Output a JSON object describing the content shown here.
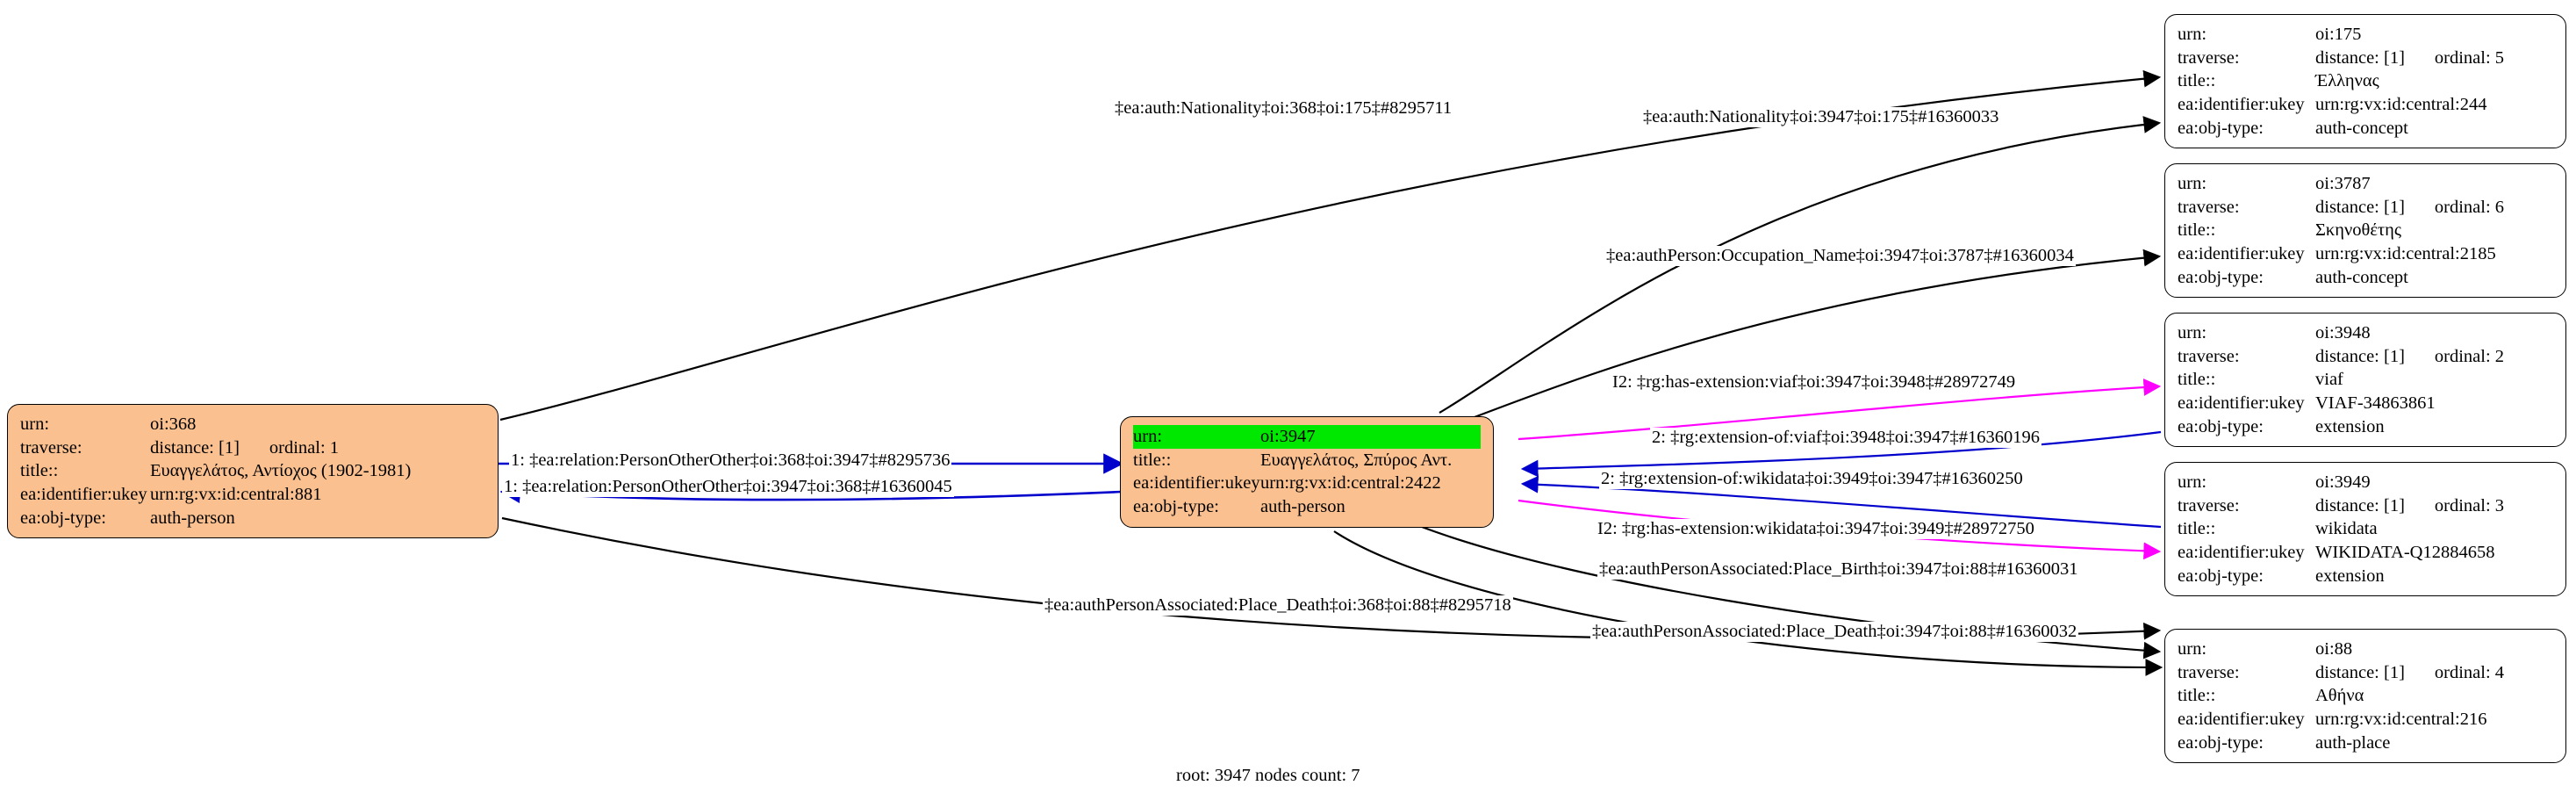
{
  "graph": {
    "footer": "root: 3947 nodes count: 7",
    "labels": {
      "urn": "urn:",
      "traverse": "traverse:",
      "title": "title::",
      "ukey": "ea:identifier:ukey",
      "objtype": "ea:obj-type:"
    },
    "colors": {
      "person_fill": "#fac090",
      "highlight": "#00e800",
      "edge_black": "#000000",
      "edge_blue": "#0000cc",
      "edge_magenta": "#ff00ff"
    }
  },
  "nodes": [
    {
      "id": "oi368",
      "urn": "oi:368",
      "traverse": "distance: [1]",
      "ordinal": "ordinal: 1",
      "title": "Ευαγγελάτος, Αντίοχος (1902-1981)",
      "ukey": "urn:rg:vx:id:central:881",
      "objtype": "auth-person"
    },
    {
      "id": "oi3947",
      "urn": "oi:3947",
      "traverse": "",
      "ordinal": "",
      "title": "Ευαγγελάτος, Σπύρος Αντ.",
      "ukey": "urn:rg:vx:id:central:2422",
      "objtype": "auth-person"
    },
    {
      "id": "oi175",
      "urn": "oi:175",
      "traverse": "distance: [1]",
      "ordinal": "ordinal: 5",
      "title": "Έλληνας",
      "ukey": "urn:rg:vx:id:central:244",
      "objtype": "auth-concept"
    },
    {
      "id": "oi3787",
      "urn": "oi:3787",
      "traverse": "distance: [1]",
      "ordinal": "ordinal: 6",
      "title": "Σκηνοθέτης",
      "ukey": "urn:rg:vx:id:central:2185",
      "objtype": "auth-concept"
    },
    {
      "id": "oi3948",
      "urn": "oi:3948",
      "traverse": "distance: [1]",
      "ordinal": "ordinal: 2",
      "title": "viaf",
      "ukey": "VIAF-34863861",
      "objtype": "extension"
    },
    {
      "id": "oi3949",
      "urn": "oi:3949",
      "traverse": "distance: [1]",
      "ordinal": "ordinal: 3",
      "title": "wikidata",
      "ukey": "WIKIDATA-Q12884658",
      "objtype": "extension"
    },
    {
      "id": "oi88",
      "urn": "oi:88",
      "traverse": "distance: [1]",
      "ordinal": "ordinal: 4",
      "title": "Αθήνα",
      "ukey": "urn:rg:vx:id:central:216",
      "objtype": "auth-place"
    }
  ],
  "edges": [
    {
      "id": "e1",
      "text": "‡ea:auth:Nationality‡oi:368‡oi:175‡#8295711",
      "color": "#000000"
    },
    {
      "id": "e2",
      "text": "‡ea:auth:Nationality‡oi:3947‡oi:175‡#16360033",
      "color": "#000000"
    },
    {
      "id": "e3",
      "text": "‡ea:authPerson:Occupation_Name‡oi:3947‡oi:3787‡#16360034",
      "color": "#000000"
    },
    {
      "id": "e4",
      "text": "I2: ‡rg:has-extension:viaf‡oi:3947‡oi:3948‡#28972749",
      "color": "#ff00ff"
    },
    {
      "id": "e5",
      "text": "2: ‡rg:extension-of:viaf‡oi:3948‡oi:3947‡#16360196",
      "color": "#0000cc"
    },
    {
      "id": "e6",
      "text": "2: ‡rg:extension-of:wikidata‡oi:3949‡oi:3947‡#16360250",
      "color": "#0000cc"
    },
    {
      "id": "e7",
      "text": "I2: ‡rg:has-extension:wikidata‡oi:3947‡oi:3949‡#28972750",
      "color": "#ff00ff"
    },
    {
      "id": "e8",
      "text": "1: ‡ea:relation:PersonOtherOther‡oi:368‡oi:3947‡#8295736",
      "color": "#0000cc"
    },
    {
      "id": "e9",
      "text": "1: ‡ea:relation:PersonOtherOther‡oi:3947‡oi:368‡#16360045",
      "color": "#0000cc"
    },
    {
      "id": "e10",
      "text": "‡ea:authPersonAssociated:Place_Birth‡oi:3947‡oi:88‡#16360031",
      "color": "#000000"
    },
    {
      "id": "e11",
      "text": "‡ea:authPersonAssociated:Place_Death‡oi:368‡oi:88‡#8295718",
      "color": "#000000"
    },
    {
      "id": "e12",
      "text": "‡ea:authPersonAssociated:Place_Death‡oi:3947‡oi:88‡#16360032",
      "color": "#000000"
    }
  ]
}
